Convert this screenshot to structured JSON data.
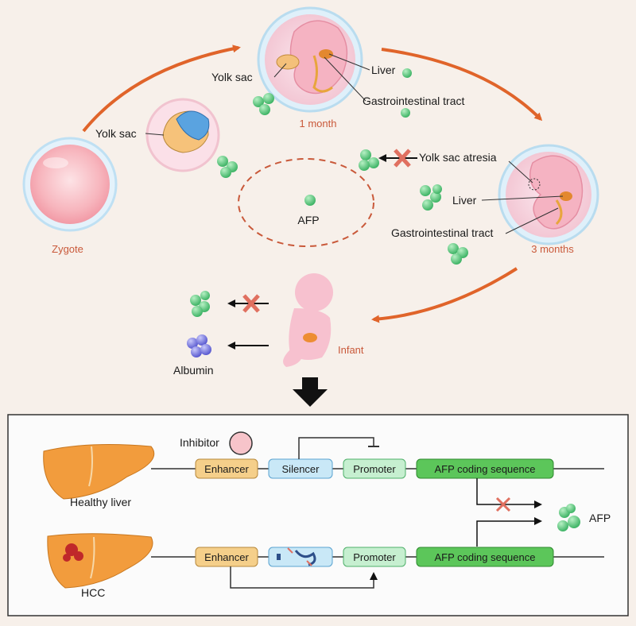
{
  "stages": {
    "zygote": "Zygote",
    "one_month": "1 month",
    "three_months": "3 months",
    "infant": "Infant"
  },
  "labels": {
    "yolk_sac_early": "Yolk sac",
    "yolk_sac_1m": "Yolk sac",
    "liver_1m": "Liver",
    "gi_tract_1m": "Gastrointestinal tract",
    "yolk_sac_atresia": "Yolk sac atresia",
    "liver_3m": "Liver",
    "gi_tract_3m": "Gastrointestinal tract",
    "afp_center": "AFP",
    "albumin": "Albumin"
  },
  "gene_panel": {
    "inhibitor": "Inhibitor",
    "healthy_liver": "Healthy liver",
    "hcc": "HCC",
    "healthy_row": {
      "enhancer": "Enhancer",
      "silencer": "Silencer",
      "promoter": "Promoter",
      "coding": "AFP coding sequence"
    },
    "hcc_row": {
      "enhancer": "Enhancer",
      "promoter": "Promoter",
      "coding": "AFP coding sequence"
    },
    "afp_output": "AFP"
  },
  "colors": {
    "afp_green": "#5cc97a",
    "albumin_blue": "#6f6fd6",
    "arrow_orange": "#e0642a",
    "enhancer_fill": "#f5cf8a",
    "silencer_fill": "#c9e8f7",
    "promoter_fill": "#c6efd0",
    "coding_fill": "#5cc65a",
    "liver_orange": "#f09a3e",
    "tumor_red": "#c0282a"
  }
}
